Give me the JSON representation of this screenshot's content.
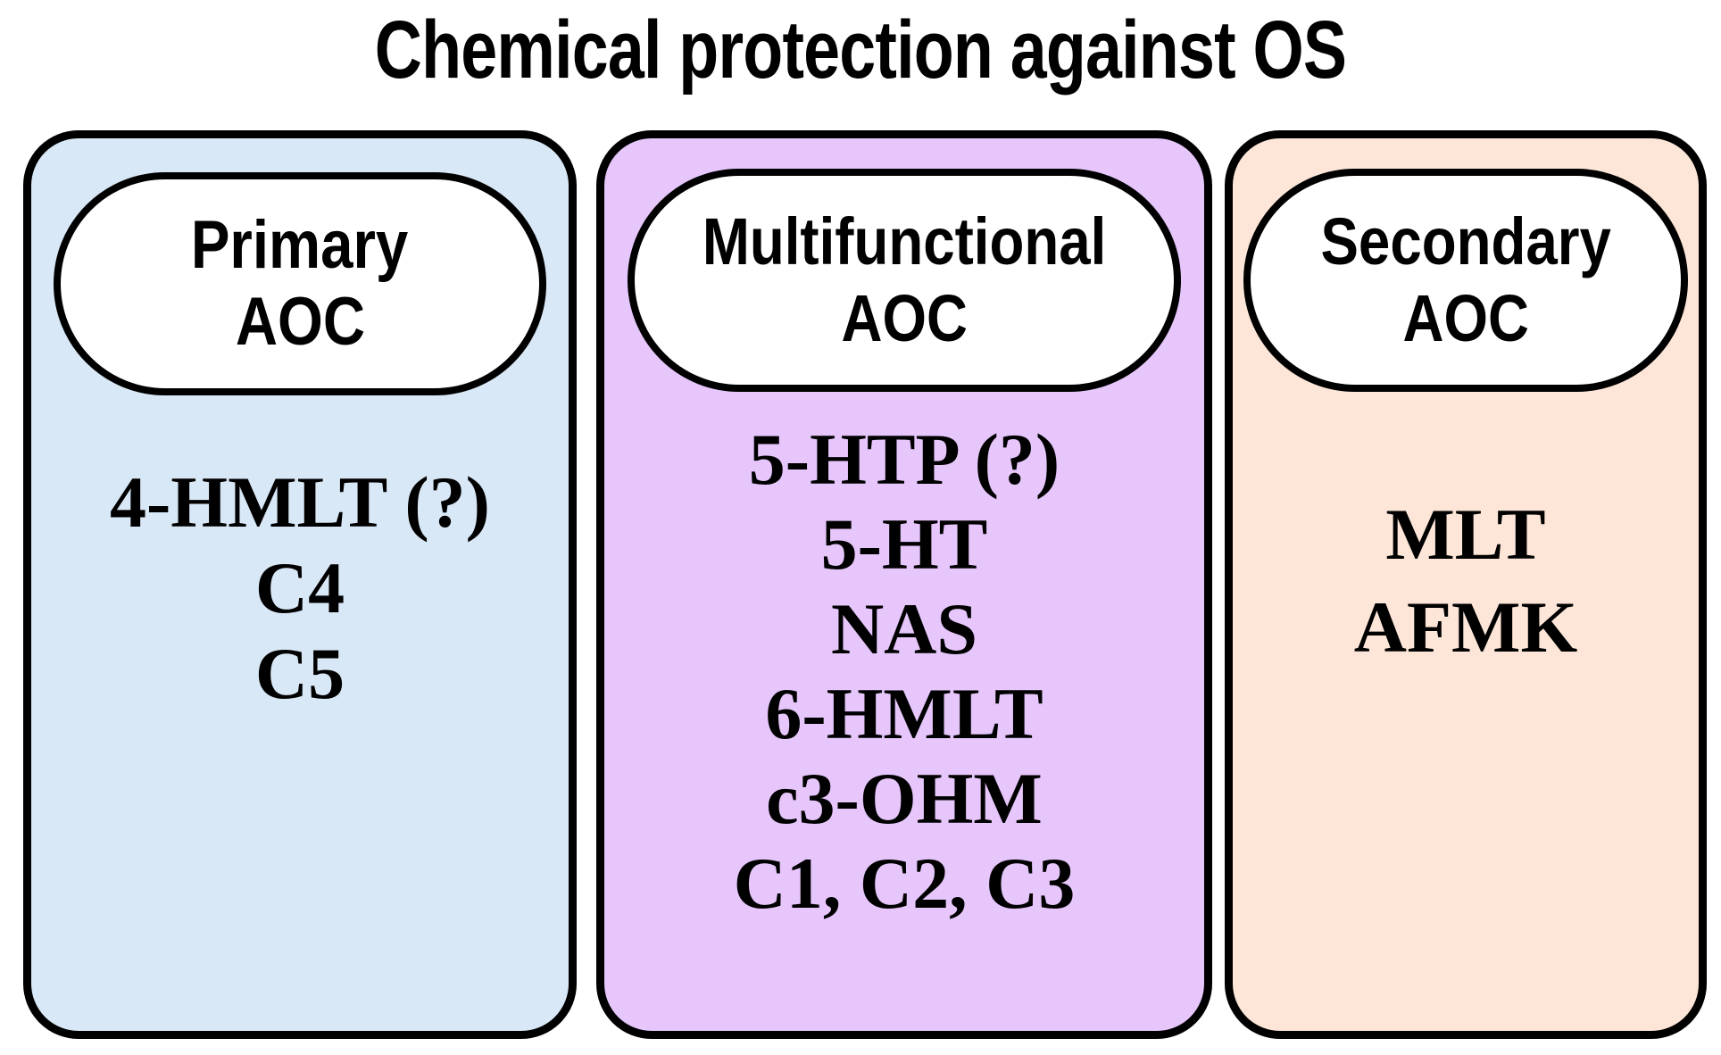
{
  "figure": {
    "title": "Chemical protection against OS",
    "background_color": "#ffffff",
    "outline_color": "#000000"
  },
  "panels": [
    {
      "id": "primary",
      "header_line1": "Primary",
      "header_line2": "AOC",
      "fill_color": "#d9e8f6",
      "entries": [
        "4-HMLT (?)",
        "C4",
        "C5"
      ]
    },
    {
      "id": "multifunctional",
      "header_line1": "Multifunctional",
      "header_line2": "AOC",
      "fill_color": "#e6c6fb",
      "entries": [
        "5-HTP (?)",
        "5-HT",
        "NAS",
        "6-HMLT",
        "c3-OHM",
        "C1, C2, C3"
      ]
    },
    {
      "id": "secondary",
      "header_line1": "Secondary",
      "header_line2": "AOC",
      "fill_color": "#fde6d8",
      "entries": [
        "MLT",
        "AFMK"
      ]
    }
  ]
}
